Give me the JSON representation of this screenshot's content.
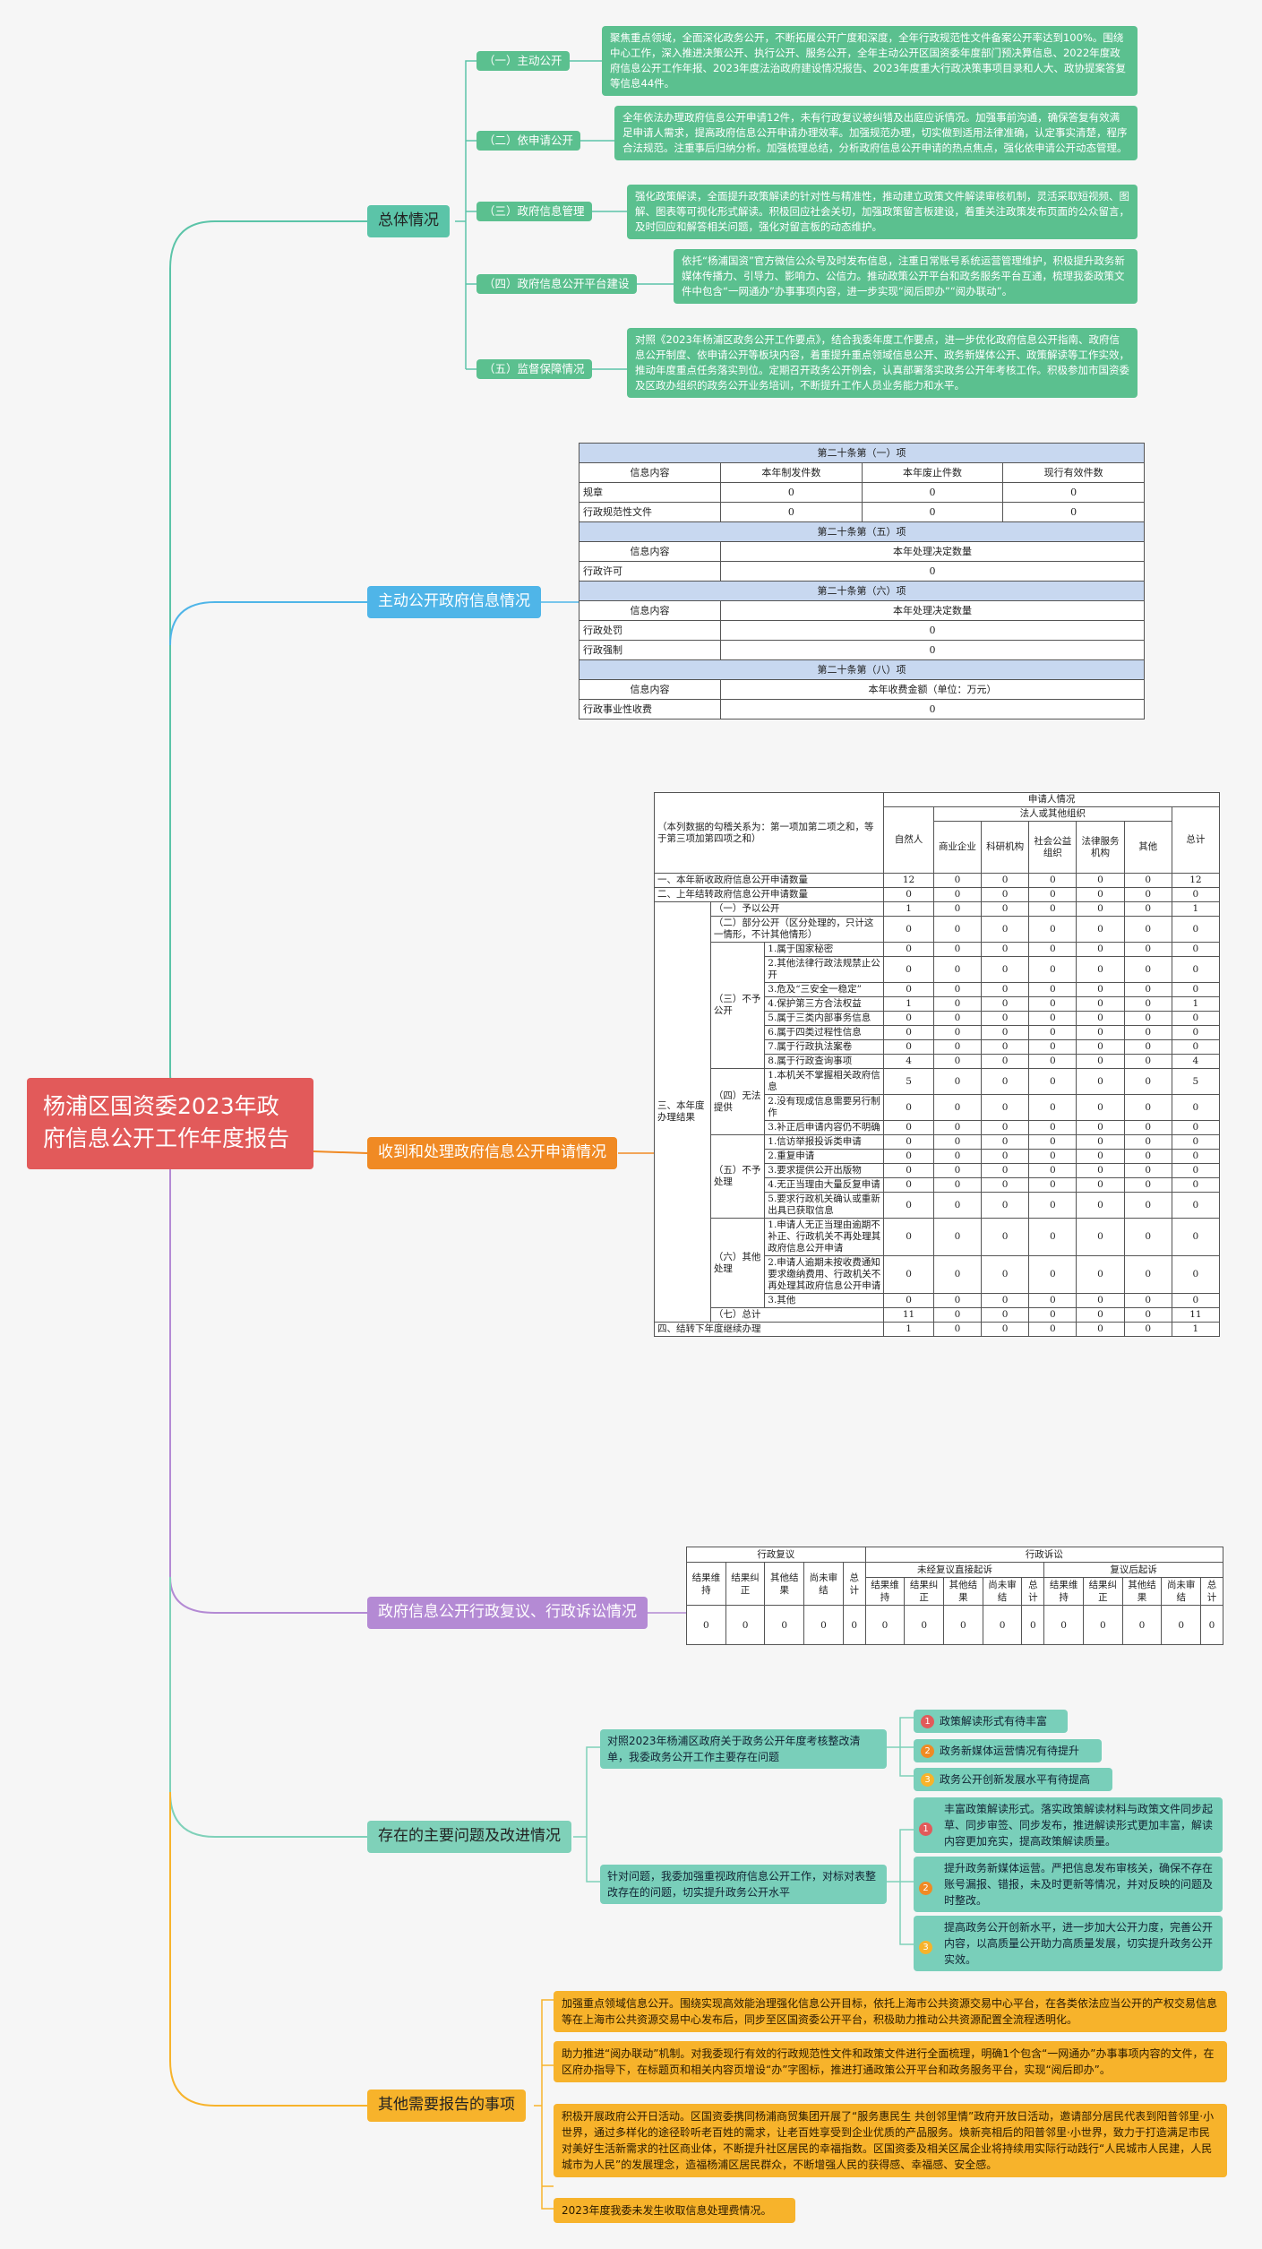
{
  "root": {
    "title": "杨浦区国资委2023年政府信息公开工作年度报告"
  },
  "branches": {
    "overview": "总体情况",
    "active": "主动公开政府信息情况",
    "requests": "收到和处理政府信息公开申请情况",
    "review": "政府信息公开行政复议、行政诉讼情况",
    "problems": "存在的主要问题及改进情况",
    "other": "其他需要报告的事项"
  },
  "overview_items": [
    {
      "label": "（一）主动公开",
      "text": "聚焦重点领域，全面深化政务公开，不断拓展公开广度和深度，全年行政规范性文件备案公开率达到100%。围绕中心工作，深入推进决策公开、执行公开、服务公开，全年主动公开区国资委年度部门预决算信息、2022年度政府信息公开工作年报、2023年度法治政府建设情况报告、2023年度重大行政决策事项目录和人大、政协提案答复等信息44件。"
    },
    {
      "label": "（二）依申请公开",
      "text": "全年依法办理政府信息公开申请12件，未有行政复议被纠错及出庭应诉情况。加强事前沟通，确保答复有效满足申请人需求，提高政府信息公开申请办理效率。加强规范办理，切实做到适用法律准确，认定事实清楚，程序合法规范。注重事后归纳分析。加强梳理总结，分析政府信息公开申请的热点焦点，强化依申请公开动态管理。"
    },
    {
      "label": "（三）政府信息管理",
      "text": "强化政策解读，全面提升政策解读的针对性与精准性，推动建立政策文件解读审核机制，灵活采取短视频、图解、图表等可视化形式解读。积极回应社会关切，加强政策留言板建设，着重关注政策发布页面的公众留言，及时回应和解答相关问题，强化对留言板的动态维护。"
    },
    {
      "label": "（四）政府信息公开平台建设",
      "text": "依托“杨浦国资”官方微信公众号及时发布信息，注重日常账号系统运营管理维护，积极提升政务新媒体传播力、引导力、影响力、公信力。推动政策公开平台和政务服务平台互通，梳理我委政策文件中包含“一网通办”办事事项内容，进一步实现“阅后即办”“阅办联动”。"
    },
    {
      "label": "（五）监督保障情况",
      "text": "对照《2023年杨浦区政务公开工作要点》，结合我委年度工作要点，进一步优化政府信息公开指南、政府信息公开制度、依申请公开等板块内容，着重提升重点领域信息公开、政务新媒体公开、政策解读等工作实效，推动年度重点任务落实到位。定期召开政务公开例会，认真部署落实政务公开年考核工作。积极参加市国资委及区政办组织的政务公开业务培训，不断提升工作人员业务能力和水平。"
    }
  ],
  "active_table": {
    "s1_title": "第二十条第（一）项",
    "s1_headers": [
      "信息内容",
      "本年制发件数",
      "本年废止件数",
      "现行有效件数"
    ],
    "s1_rows": [
      [
        "规章",
        "0",
        "0",
        "0"
      ],
      [
        "行政规范性文件",
        "0",
        "0",
        "0"
      ]
    ],
    "s5_title": "第二十条第（五）项",
    "s5_headers": [
      "信息内容",
      "本年处理决定数量"
    ],
    "s5_rows": [
      [
        "行政许可",
        "0"
      ]
    ],
    "s6_title": "第二十条第（六）项",
    "s6_headers": [
      "信息内容",
      "本年处理决定数量"
    ],
    "s6_rows": [
      [
        "行政处罚",
        "0"
      ],
      [
        "行政强制",
        "0"
      ]
    ],
    "s8_title": "第二十条第（八）项",
    "s8_headers": [
      "信息内容",
      "本年收费金额（单位：万元）"
    ],
    "s8_rows": [
      [
        "行政事业性收费",
        "0"
      ]
    ]
  },
  "request_table": {
    "note": "（本列数据的勾稽关系为：第一项加第二项之和，等于第三项加第四项之和）",
    "h_applicant": "申请人情况",
    "h_natural": "自然人",
    "h_legal": "法人或其他组织",
    "h_sub": [
      "商业企业",
      "科研机构",
      "社会公益组织",
      "法律服务机构",
      "其他"
    ],
    "h_total": "总计",
    "row1": {
      "label": "一、本年新收政府信息公开申请数量",
      "v": [
        "12",
        "0",
        "0",
        "0",
        "0",
        "0",
        "12"
      ]
    },
    "row2": {
      "label": "二、上年结转政府信息公开申请数量",
      "v": [
        "0",
        "0",
        "0",
        "0",
        "0",
        "0",
        "0"
      ]
    },
    "sec3": "三、本年度办理结果",
    "g1": {
      "label": "（一）予以公开",
      "v": [
        "1",
        "0",
        "0",
        "0",
        "0",
        "0",
        "1"
      ]
    },
    "g2": {
      "label": "（二）部分公开（区分处理的，只计这一情形，不计其他情形）",
      "v": [
        "0",
        "0",
        "0",
        "0",
        "0",
        "0",
        "0"
      ]
    },
    "g3": {
      "label": "（三）不予公开",
      "rows": [
        {
          "label": "1.属于国家秘密",
          "v": [
            "0",
            "0",
            "0",
            "0",
            "0",
            "0",
            "0"
          ]
        },
        {
          "label": "2.其他法律行政法规禁止公开",
          "v": [
            "0",
            "0",
            "0",
            "0",
            "0",
            "0",
            "0"
          ]
        },
        {
          "label": "3.危及“三安全一稳定”",
          "v": [
            "0",
            "0",
            "0",
            "0",
            "0",
            "0",
            "0"
          ]
        },
        {
          "label": "4.保护第三方合法权益",
          "v": [
            "1",
            "0",
            "0",
            "0",
            "0",
            "0",
            "1"
          ]
        },
        {
          "label": "5.属于三类内部事务信息",
          "v": [
            "0",
            "0",
            "0",
            "0",
            "0",
            "0",
            "0"
          ]
        },
        {
          "label": "6.属于四类过程性信息",
          "v": [
            "0",
            "0",
            "0",
            "0",
            "0",
            "0",
            "0"
          ]
        },
        {
          "label": "7.属于行政执法案卷",
          "v": [
            "0",
            "0",
            "0",
            "0",
            "0",
            "0",
            "0"
          ]
        },
        {
          "label": "8.属于行政查询事项",
          "v": [
            "4",
            "0",
            "0",
            "0",
            "0",
            "0",
            "4"
          ]
        }
      ]
    },
    "g4": {
      "label": "（四）无法提供",
      "rows": [
        {
          "label": "1.本机关不掌握相关政府信息",
          "v": [
            "5",
            "0",
            "0",
            "0",
            "0",
            "0",
            "5"
          ]
        },
        {
          "label": "2.没有现成信息需要另行制作",
          "v": [
            "0",
            "0",
            "0",
            "0",
            "0",
            "0",
            "0"
          ]
        },
        {
          "label": "3.补正后申请内容仍不明确",
          "v": [
            "0",
            "0",
            "0",
            "0",
            "0",
            "0",
            "0"
          ]
        }
      ]
    },
    "g5": {
      "label": "（五）不予处理",
      "rows": [
        {
          "label": "1.信访举报投诉类申请",
          "v": [
            "0",
            "0",
            "0",
            "0",
            "0",
            "0",
            "0"
          ]
        },
        {
          "label": "2.重复申请",
          "v": [
            "0",
            "0",
            "0",
            "0",
            "0",
            "0",
            "0"
          ]
        },
        {
          "label": "3.要求提供公开出版物",
          "v": [
            "0",
            "0",
            "0",
            "0",
            "0",
            "0",
            "0"
          ]
        },
        {
          "label": "4.无正当理由大量反复申请",
          "v": [
            "0",
            "0",
            "0",
            "0",
            "0",
            "0",
            "0"
          ]
        },
        {
          "label": "5.要求行政机关确认或重新出具已获取信息",
          "v": [
            "0",
            "0",
            "0",
            "0",
            "0",
            "0",
            "0"
          ]
        }
      ]
    },
    "g6": {
      "label": "（六）其他处理",
      "rows": [
        {
          "label": "1.申请人无正当理由逾期不补正、行政机关不再处理其政府信息公开申请",
          "v": [
            "0",
            "0",
            "0",
            "0",
            "0",
            "0",
            "0"
          ]
        },
        {
          "label": "2.申请人逾期未按收费通知要求缴纳费用、行政机关不再处理其政府信息公开申请",
          "v": [
            "0",
            "0",
            "0",
            "0",
            "0",
            "0",
            "0"
          ]
        },
        {
          "label": "3.其他",
          "v": [
            "0",
            "0",
            "0",
            "0",
            "0",
            "0",
            "0"
          ]
        }
      ]
    },
    "g7": {
      "label": "（七）总计",
      "v": [
        "11",
        "0",
        "0",
        "0",
        "0",
        "0",
        "11"
      ]
    },
    "row4": {
      "label": "四、结转下年度继续办理",
      "v": [
        "1",
        "0",
        "0",
        "0",
        "0",
        "0",
        "1"
      ]
    }
  },
  "review_table": {
    "h_review": "行政复议",
    "h_litigation": "行政诉讼",
    "h_direct": "未经复议直接起诉",
    "h_after": "复议后起诉",
    "cols": [
      "结果维持",
      "结果纠正",
      "其他结果",
      "尚未审结",
      "总计"
    ],
    "values": [
      "0",
      "0",
      "0",
      "0",
      "0",
      "0",
      "0",
      "0",
      "0",
      "0",
      "0",
      "0",
      "0",
      "0",
      "0"
    ]
  },
  "problems": {
    "issue": "对照2023年杨浦区政府关于政务公开年度考核整改清单，我委政务公开工作主要存在问题",
    "issues": [
      "政策解读形式有待丰富",
      "政务新媒体运营情况有待提升",
      "政务公开创新发展水平有待提高"
    ],
    "measure": "针对问题，我委加强重视政府信息公开工作，对标对表整改存在的问题，切实提升政务公开水平",
    "measures": [
      "丰富政策解读形式。落实政策解读材料与政策文件同步起草、同步审签、同步发布，推进解读形式更加丰富，解读内容更加充实，提高政策解读质量。",
      "提升政务新媒体运营。严把信息发布审核关，确保不存在账号漏报、错报，未及时更新等情况，并对反映的问题及时整改。",
      "提高政务公开创新水平，进一步加大公开力度，完善公开内容，以高质量公开助力高质量发展，切实提升政务公开实效。"
    ],
    "numbers": [
      "1",
      "2",
      "3"
    ]
  },
  "other_items": [
    "加强重点领域信息公开。围绕实现高效能治理强化信息公开目标，依托上海市公共资源交易中心平台，在各类依法应当公开的产权交易信息等在上海市公共资源交易中心发布后，同步至区国资委公开平台，积极助力推动公共资源配置全流程透明化。",
    "助力推进“阅办联动”机制。对我委现行有效的行政规范性文件和政策文件进行全面梳理，明确1个包含“一网通办”办事事项内容的文件，在区府办指导下，在标题页和相关内容页增设“办”字图标，推进打通政策公开平台和政务服务平台，实现“阅后即办”。",
    "积极开展政府公开日活动。区国资委携同杨浦商贸集团开展了“服务惠民生 共创邻里情”政府开放日活动，邀请部分居民代表到阳普邻里·小世界，通过多样化的途径聆听老百姓的需求，让老百姓享受到企业优质的产品服务。焕新亮相后的阳普邻里·小世界，致力于打造满足市民对美好生活新需求的社区商业体，不断提升社区居民的幸福指数。区国资委及相关区属企业将持续用实际行动践行“人民城市人民建，人民城市为人民”的发展理念，造福杨浦区居民群众，不断增强人民的获得感、幸福感、安全感。",
    "2023年度我委未发生收取信息处理费情况。"
  ],
  "colors": {
    "root": "#e25a5a",
    "teal": "#5bc4a8",
    "blue": "#4fb5e8",
    "orange": "#f08a24",
    "purple": "#b48ad4",
    "mint": "#7fd1b9",
    "yellow": "#f7b32b",
    "table_header": "#c8d8f0"
  }
}
